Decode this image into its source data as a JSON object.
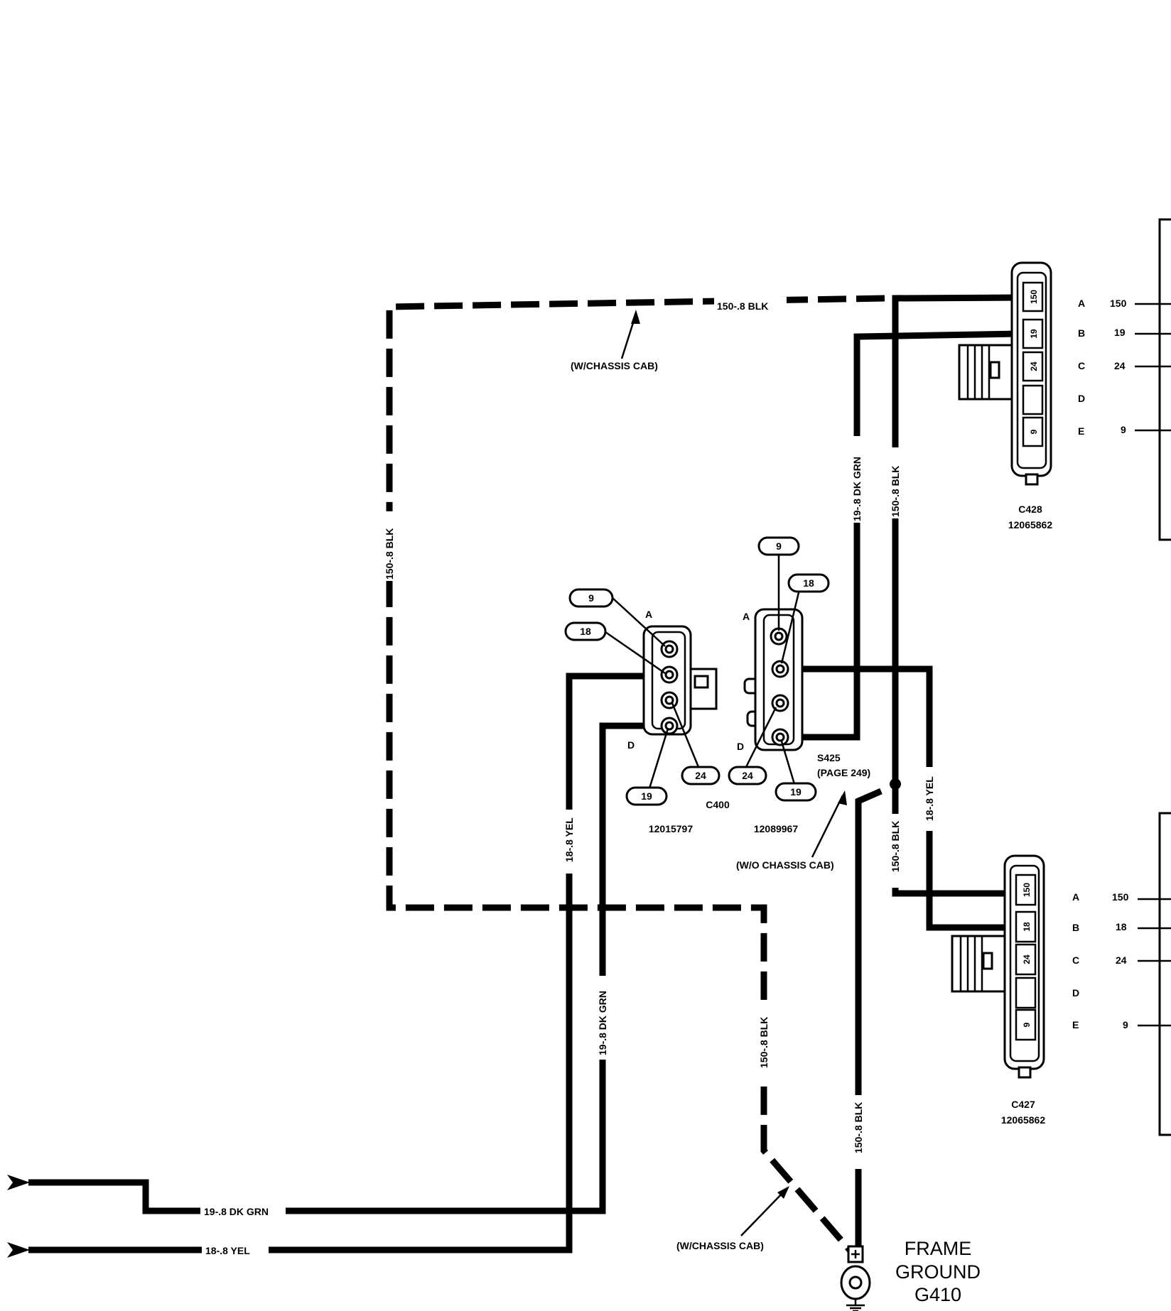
{
  "wires": {
    "top_blk": "150-.8 BLK",
    "left_blk": "150-.8 BLK",
    "mid_grn": "19-.8 DK GRN",
    "mid_blk": "150-.8 BLK",
    "right_yel": "18-.8 YEL",
    "lower_blk": "150-.8 BLK",
    "lower_blk2": "150-.8 BLK",
    "ground_blk": "150-.8 BLK",
    "left_yel": "18-.8 YEL",
    "left_grn": "19-.8 DK GRN",
    "bottom_grn": "19-.8 DK GRN",
    "bottom_yel": "18-.8 YEL"
  },
  "notes": {
    "with_chassis_cab_top": "(W/CHASSIS CAB)",
    "with_chassis_cab_bottom": "(W/CHASSIS CAB)",
    "without_chassis_cab": "(W/O CHASSIS CAB)",
    "splice": "S425",
    "splice_page": "(PAGE 249)"
  },
  "connectors": {
    "c428": {
      "name": "C428",
      "part": "12065862",
      "cells": [
        "150",
        "19",
        "24",
        "",
        "9"
      ]
    },
    "c427": {
      "name": "C427",
      "part": "12065862",
      "cells": [
        "150",
        "18",
        "24",
        "",
        "9"
      ]
    },
    "c400": {
      "name": "C400",
      "part_left": "12015797",
      "part_right": "12089967"
    }
  },
  "pin_rows": {
    "top": [
      {
        "letter": "A",
        "num": "150"
      },
      {
        "letter": "B",
        "num": "19"
      },
      {
        "letter": "C",
        "num": "24"
      },
      {
        "letter": "D",
        "num": ""
      },
      {
        "letter": "E",
        "num": "9"
      }
    ],
    "bottom": [
      {
        "letter": "A",
        "num": "150"
      },
      {
        "letter": "B",
        "num": "18"
      },
      {
        "letter": "C",
        "num": "24"
      },
      {
        "letter": "D",
        "num": ""
      },
      {
        "letter": "E",
        "num": "9"
      }
    ]
  },
  "c400_pins": {
    "left": {
      "a": "A",
      "d": "D",
      "p9": "9",
      "p18": "18",
      "p24": "24",
      "p19": "19"
    },
    "right": {
      "a": "A",
      "d": "D",
      "p9": "9",
      "p18": "18",
      "p24": "24",
      "p19": "19"
    }
  },
  "ground": {
    "line1": "FRAME",
    "line2": "GROUND",
    "line3": "G410"
  }
}
